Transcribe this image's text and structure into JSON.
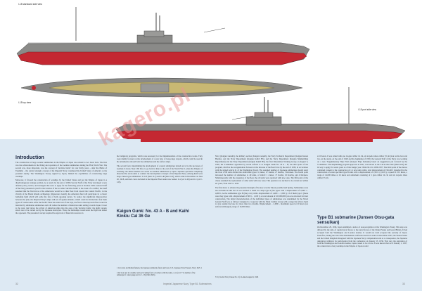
{
  "captions": {
    "starboard": "I-15 starboard side view",
    "top": "I-15 top view",
    "port": "I-15 port side view"
  },
  "watermark": "kagero.pl",
  "colors": {
    "hull_red": "#c42832",
    "hull_grey": "#8a8a88",
    "deck_tan": "#c9b873",
    "page_blue": "#dde9f3",
    "heading": "#1e2a44"
  },
  "headings": {
    "intro": "Introduction",
    "kaigun": "Kaigun Gunk: No. 43 A - B and Kaihi Kinkiu Cal 36 Ge",
    "typeb1": "Type B1 submarine (Junsen Otsu-gata sensuikan)"
  },
  "footnotes": {
    "note1": "1   Cut down and hidden funnels, the Japanese submarine fleets and boats. U.S. Japanese Naval Vessels. Navy 1925. 1",
    "note2": "2   All boats put in a number and each cutting from a 9-camera with the name, a cut (1-10 + in number of the submerged 1 cutter gauge and 1-8 - 13) (1940-1945).",
    "note3": "3   Toy Social Navy Clause No. 6 (1 A dated August 6, 1926"
  },
  "footer": {
    "left": "32",
    "center": "Imperial Japanese Navy Type B1 Submarines",
    "right": "33"
  },
  "columns": {
    "col1": [
      "The construction of large oceanic submarines in the Empire of Japan was related to two basic facts. The first was the achievements in the fitting and operation of the German submarines during the First World War. The second was, more important, was the concept of 'decisive battle' for over thirty years – after the Battle of Tsushima – the central strategic concept of the Imperial Navy considered the United States of America as the potential enemy. The Washington Treaty, signed by Japan, limited the capabilities of constructing large warships.",
      "Moreover, it favored the construction of warships by the United States and put the Empire of Japan in a disadvantageous tonnage position. As a result, by the end of 1930s Second Staff of the Navy developed a new defense policy, tactics, and strategies that were to apply for the following years in October 1936. General Staff of the Navy presented a plan for the location of the so-called 'decisive battle' to the event of a conflict; the itself assumed that the first move of the Americans would be to their fleet from toward the Central Pacific, in the vicinity of the Bonin Islands archipelago (Ogasawara Guntō), the American fleet will participate in a classic battleship fight which will settle the fate of both opposing navies. To reduce the significant disproportion between the plan, the Imperial Navy's ships will set off against Atlantic, which could be divided into four main types of combat units. After the Pacific Fleet has sailed out of the bays, the first to intercept such fleet would be launched by submarine submarines and will reduce the number of American units sailing towards Japan. Closer to the west, just before the arrival of American ships into the area of the 'decisive battle', the night torpedo attack was to be carried out by the Japanese destroyers. Then, the battleships would enter the fight and defeat the opponent. The presented concept required the approval of financial resources in"
    ],
    "col2": [
      "the budgetary programs, which were necessary for the implementation of the construction works. They were mainly focused on the development of a new type of long-range torpedo, which could be used in the armaments onboard both the submarines and the surface ships.",
      "The second factor determining the development of oceanic submarines turned out to be the successes of German U-boats. Near 160 have to go back in time to the end of the World War I, when the Empire of Germany, the Allies handed over seven ex-German submarines to Japan. Japanese specialist completely dissected the seven units to conduct the development concepts of the Imperial Navy. Among them were large cruiser-type submarines: U-125 (later O-1) and U-46 (later O-2), which came in December on June 20, 1918, and their crews included in the Imperial Fleet under new names: O-2 (ex U-46) and O-1 (ex U-125)."
    ],
    "col3": [
      "Navy (Kaigun Gunshō), the military section (Kaigun Gunshō), the Navy Technical Department (Kaigun Kansei Honbu), and the Navy Department (Kaigun Kaibō Hō), and the Navy Department (Kaigun Shipbuilding Department) and the Navy Department (Kaigun Kaibō Hō), the first Dissolution Working Group on August 6, 1926, the 'Committee' appointed by recent referral to as 'Kaigun Gunk No. 43 A – B', the third point of the program, which is the reorganization focused on the increase of the fleet force by the end of 1930, in accordance with the signed Article 21 of the Washington Treaty. The assumed number of Japanese submarines should reach the level of 80 units divided into individual types: 4 cruiser, 27 Kaidai, 27 Kaichu, 5 Kiraisen. The fourth point increased the number of submarines to 40 units, of which: 1 cruiser, 17 Kaidai, 16 Kaichu, and 4 Kiraisen. Simultaneously with the expansion of the fleet, the old units were replaced with new ones. The fifth point of the clause assumed the replacement of older units with new ones. This question was decided to be carried out within six years, from 1927 to 1932.",
      "The first move to achieve the presented strength of the new was the Taisen possible land Spring. Submarines were also included in this list. It was decided to build two ships type A (the types with a displacement of 2,000 t – 4,000 t, twelve submarines type B (they carry with a displacement of 1,400 t – 1,500 t), 13 of them type C (these were they types with a displacement of 800 t – 1,100 t). A total amount of 165,000,000 yen was allocated for their construction. The initial characterization of the individual types of submarines was determined by the Naval General Staff was as follows: designed to cooperate with the Main Combat Group with a range that allows them to stay outside the base for more than two months. Displacement – 2,000 t, maximum speed at 20 knots (on surface/submerged), range of 10,000 miles"
    ],
    "col4": [
      "at 10 knots. It was armed with one 14-gun caliber 14 cm, six torpedo tubes caliber 53 cm (four on the bow and two on the stern). At the end of 1929 and the beginning of 1930, the General Staff of the Navy was working on a new 'Supplementary Ship Plan' (Kanyen Hoju Keikaku) based on suggestions put forward by the 'Committee'. The shipbuilding program approved in 1931, was known as the 'Circle One Plan' (Maru Ichi). All its way to apply for seven years as of the budget year 1934-1941. In 1936-1937, The third point of the decree contained consent to the construction of 1-1 new units with a total displacement of 190,240 t (standard) in the construction of seven specified type B units with a displacement of 1,955 t (1,933 t), a speed of 23.5 knots, a range of 14,000 miles at 16 knots and armament consisting of 1 gun caliber 14 cm and six torpedo tubes caliber 53 cm."
    ],
    "col4b": [
      "On December 29, 1934, Japan submitted a notice of non-recognition of the Washington Treaty. This step was dictated by the ratio of capital naval forces to the naval forces of the United States and Great Britain. It had accepted both the Washington and London treaties. It would not hold accepted the security of Japan. Therefore, during the ratio time disarmament conference held in London in December 1935, the United States and the United Kingdom disagreed with the Japanese Navy compensation and as a consequence, the Japanese delegation withdrew its participation from the conference on January 15, 1936. This way, the expiration of both the Washington and London treaties, Japan ceased to be a force. It was known that as of January 1, 1937, the construction of any warships in the Empire of Japan would"
    ]
  }
}
